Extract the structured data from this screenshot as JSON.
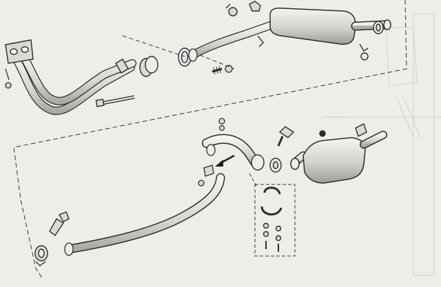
{
  "figure": {
    "type": "exploded-assembly-illustration",
    "subject": "exhaust system",
    "background_color": "#e6e6e3",
    "paper_tint": "#ededea",
    "ink_color": "#2a2a2a",
    "part_fill": "#d9d9d6",
    "part_shade": "#b9b9b5"
  },
  "groups": [
    {
      "name": "upper-exhaust-assembly",
      "parts": [
        "exhaust-manifold-downpipe",
        "clamp-bolt",
        "flange-gasket",
        "intermediate-pipe",
        "rear-silencer",
        "rubber-hanger",
        "mounting-bracket",
        "spring-washer"
      ]
    },
    {
      "name": "lower-exhaust-assembly",
      "parts": [
        "front-pipe",
        "flexible-joint",
        "catalytic-converter",
        "lambda-sensor",
        "pipe-clamp",
        "clamp-hardware-kit",
        "arrow-indicator"
      ]
    }
  ]
}
